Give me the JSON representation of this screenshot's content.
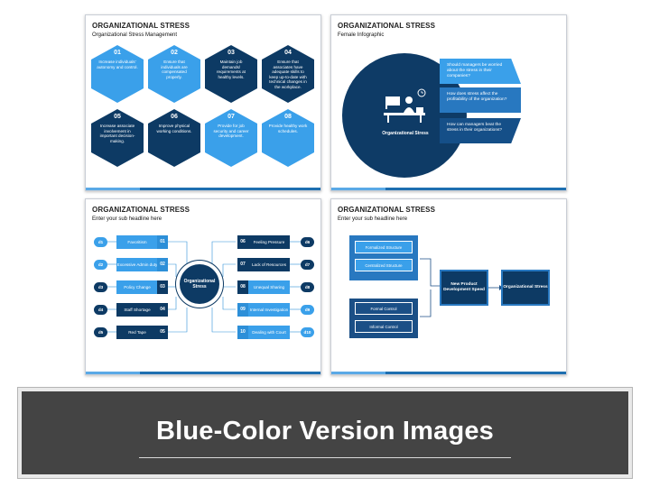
{
  "slide1": {
    "title": "ORGANIZATIONAL STRESS",
    "subtitle": "Organizational Stress Management",
    "items": [
      {
        "num": "01",
        "text": "Increase individuals' autonomy and control.",
        "tone": "light"
      },
      {
        "num": "02",
        "text": "Ensure that individuals are compensated properly.",
        "tone": "light"
      },
      {
        "num": "03",
        "text": "Maintain job demands/ requirements at healthy levels.",
        "tone": "dark"
      },
      {
        "num": "04",
        "text": "Ensure that associates have adequate skills to keep up-to-date with technical changes in the workplace.",
        "tone": "dark"
      },
      {
        "num": "05",
        "text": "Increase associate involvement in important decision-making.",
        "tone": "dark"
      },
      {
        "num": "06",
        "text": "Improve physical working conditions.",
        "tone": "dark"
      },
      {
        "num": "07",
        "text": "Provide for job security and career development.",
        "tone": "light"
      },
      {
        "num": "08",
        "text": "Provide healthy work schedules.",
        "tone": "light"
      }
    ]
  },
  "slide2": {
    "title": "ORGANIZATIONAL STRESS",
    "subtitle": "Female Infographic",
    "circle_label": "Organizational Stress",
    "questions": [
      "Should managers be worried about the stress in their companies?",
      "How does stress affect the profitability of the organization?",
      "How can managers beat the stress in their organizations?"
    ]
  },
  "slide3": {
    "title": "ORGANIZATIONAL STRESS",
    "subtitle": "Enter your sub headline here",
    "centre": "Organizational Stress",
    "left": [
      {
        "d": "d1",
        "label": "Favoritism",
        "n": "01"
      },
      {
        "d": "d2",
        "label": "Excessive Admin duty",
        "n": "02"
      },
      {
        "d": "d3",
        "label": "Policy Change",
        "n": "03"
      },
      {
        "d": "d4",
        "label": "Staff Shortage",
        "n": "04"
      },
      {
        "d": "d5",
        "label": "Red Tape",
        "n": "05"
      }
    ],
    "right": [
      {
        "d": "d6",
        "label": "Feeling Pressure",
        "n": "06"
      },
      {
        "d": "d7",
        "label": "Lack of Resources",
        "n": "07"
      },
      {
        "d": "d8",
        "label": "Unequal Sharing",
        "n": "08"
      },
      {
        "d": "d9",
        "label": "Internal Investigation",
        "n": "09"
      },
      {
        "d": "d10",
        "label": "Dealing with Court",
        "n": "10"
      }
    ]
  },
  "slide4": {
    "title": "ORGANIZATIONAL STRESS",
    "subtitle": "Enter your sub headline here",
    "group1": [
      "Formalized Structure",
      "Centralized Structure"
    ],
    "group2": [
      "Formal Control",
      "Informal Control"
    ],
    "middle": "New Product Development Speed",
    "end": "Organizational Stress"
  },
  "banner": {
    "text": "Blue-Color Version Images"
  },
  "colors": {
    "light_blue": "#3aa0ea",
    "dark_blue": "#0d3a64",
    "mid_blue": "#2878c0",
    "banner_bg": "#444444"
  }
}
